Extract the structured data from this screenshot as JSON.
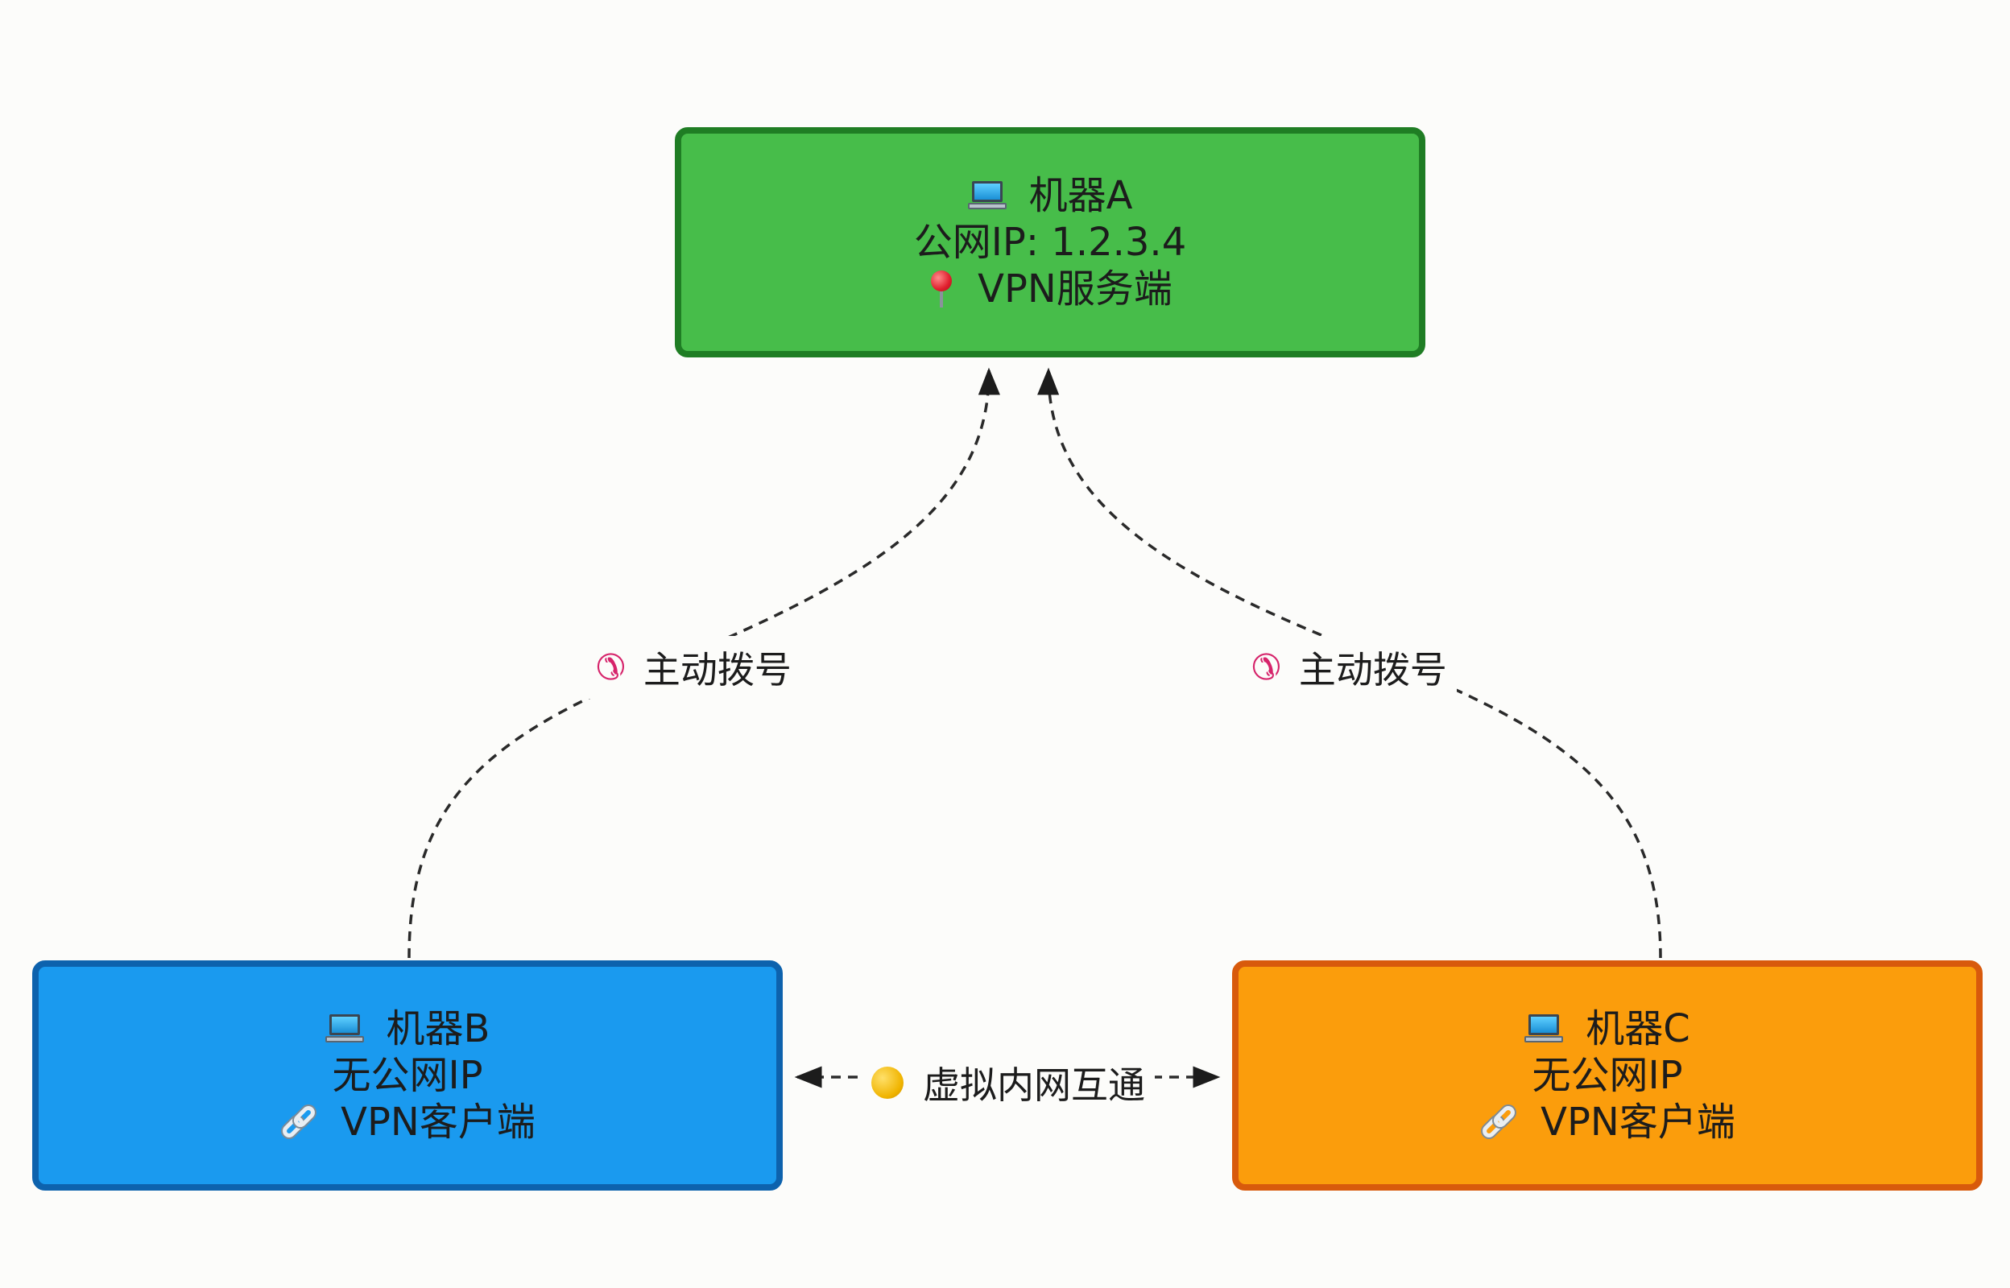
{
  "nodes": {
    "a": {
      "icon": "laptop-icon",
      "title": "机器A",
      "line2": "公网IP: 1.2.3.4",
      "role_icon": "pin-icon",
      "role": "VPN服务端",
      "color": "#47bd4a",
      "border": "#1f7d24"
    },
    "b": {
      "icon": "laptop-icon",
      "title": "机器B",
      "line2": "无公网IP",
      "role_icon": "link-icon",
      "role": "VPN客户端",
      "color": "#1a9aef",
      "border": "#0d62ad"
    },
    "c": {
      "icon": "laptop-icon",
      "title": "机器C",
      "line2": "无公网IP",
      "role_icon": "link-icon",
      "role": "VPN客户端",
      "color": "#fb9d0c",
      "border": "#d85a0c"
    }
  },
  "edges": {
    "b_to_a": {
      "icon": "phone-icon",
      "label": "主动拨号"
    },
    "c_to_a": {
      "icon": "phone-icon",
      "label": "主动拨号"
    },
    "b_c": {
      "icon": "coin-icon",
      "label": "虚拟内网互通"
    }
  }
}
